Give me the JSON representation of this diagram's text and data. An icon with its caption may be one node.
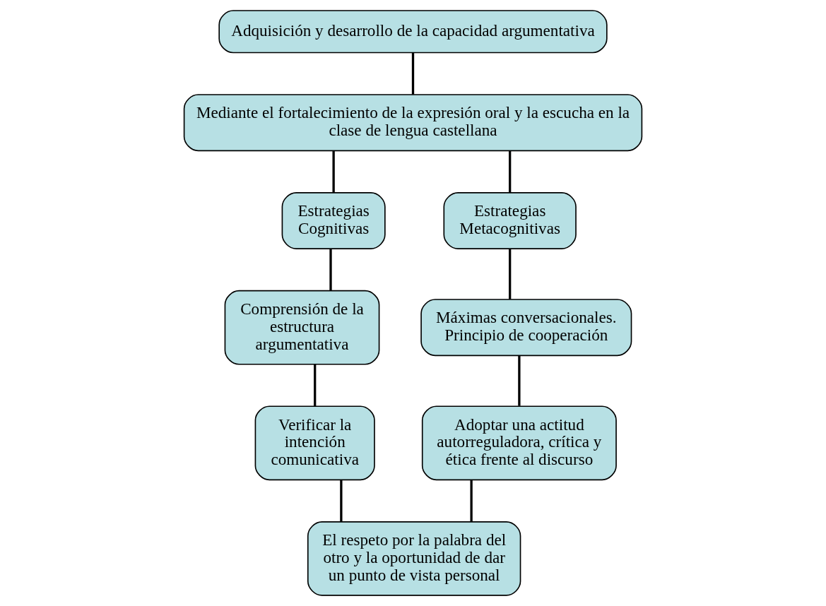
{
  "diagram": {
    "nodes": [
      {
        "text": [
          "Adquisición y desarrollo de la capacidad argumentativa"
        ]
      },
      {
        "text": [
          "Mediante el fortalecimiento de la expresión oral y la escucha en la clase de lengua castellana"
        ]
      },
      {
        "text": [
          "Estrategias Cognitivas"
        ]
      },
      {
        "text": [
          "Estrategias Metacognitivas"
        ]
      },
      {
        "text": [
          "Comprensión de la estructura argumentativa"
        ]
      },
      {
        "text": [
          "Máximas conversacionales. Principio de cooperación"
        ]
      },
      {
        "text": [
          "Verificar la intención comunicativa"
        ]
      },
      {
        "text": [
          "Adoptar una actitud autorreguladora, crítica y ética frente al discurso"
        ]
      },
      {
        "text": [
          "El respeto por la palabra del otro y la oportunidad de dar un punto de vista personal"
        ]
      }
    ],
    "edges": [
      {
        "from": 0,
        "to": 1,
        "arrow": "none"
      },
      {
        "from": 1,
        "to": 2,
        "arrow": "none"
      },
      {
        "from": 1,
        "to": 3,
        "arrow": "none"
      },
      {
        "from": 2,
        "to": 4,
        "arrow": "none"
      },
      {
        "from": 3,
        "to": 5,
        "arrow": "none"
      },
      {
        "from": 4,
        "to": 6,
        "arrow": "none"
      },
      {
        "from": 5,
        "to": 7,
        "arrow": "none"
      },
      {
        "from": 6,
        "to": 8,
        "arrow": "none"
      },
      {
        "from": 7,
        "to": 8,
        "arrow": "none"
      }
    ]
  }
}
